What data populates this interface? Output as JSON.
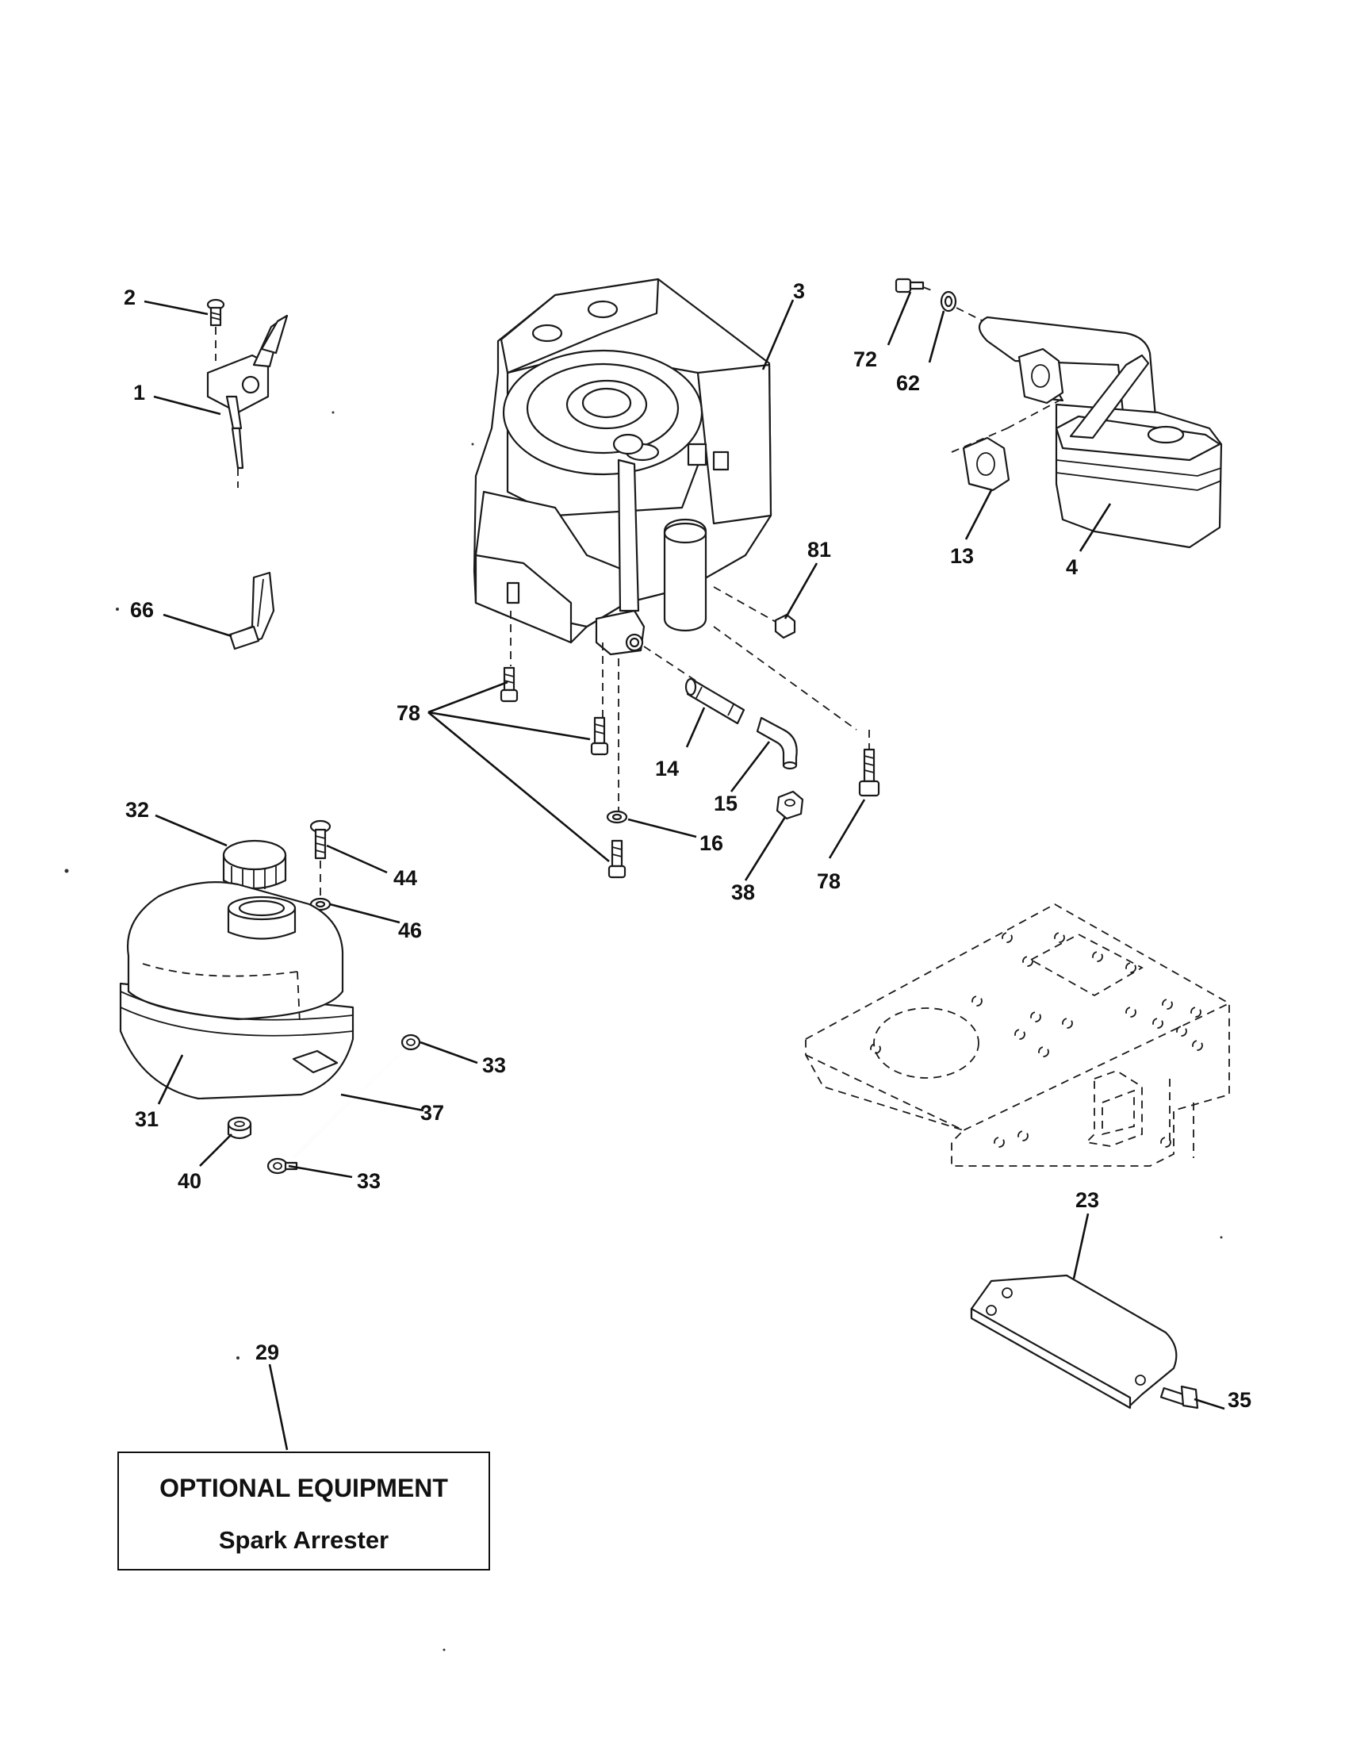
{
  "callouts": {
    "c1": "1",
    "c2": "2",
    "c3": "3",
    "c4": "4",
    "c13": "13",
    "c14": "14",
    "c15": "15",
    "c16": "16",
    "c23": "23",
    "c29": "29",
    "c31": "31",
    "c32": "32",
    "c33a": "33",
    "c33b": "33",
    "c35": "35",
    "c37": "37",
    "c38": "38",
    "c40": "40",
    "c44": "44",
    "c46": "46",
    "c62": "62",
    "c66": "66",
    "c72": "72",
    "c78a": "78",
    "c78b": "78",
    "c81": "81"
  },
  "optional_box": {
    "line1": "OPTIONAL EQUIPMENT",
    "line2": "Spark Arrester"
  }
}
